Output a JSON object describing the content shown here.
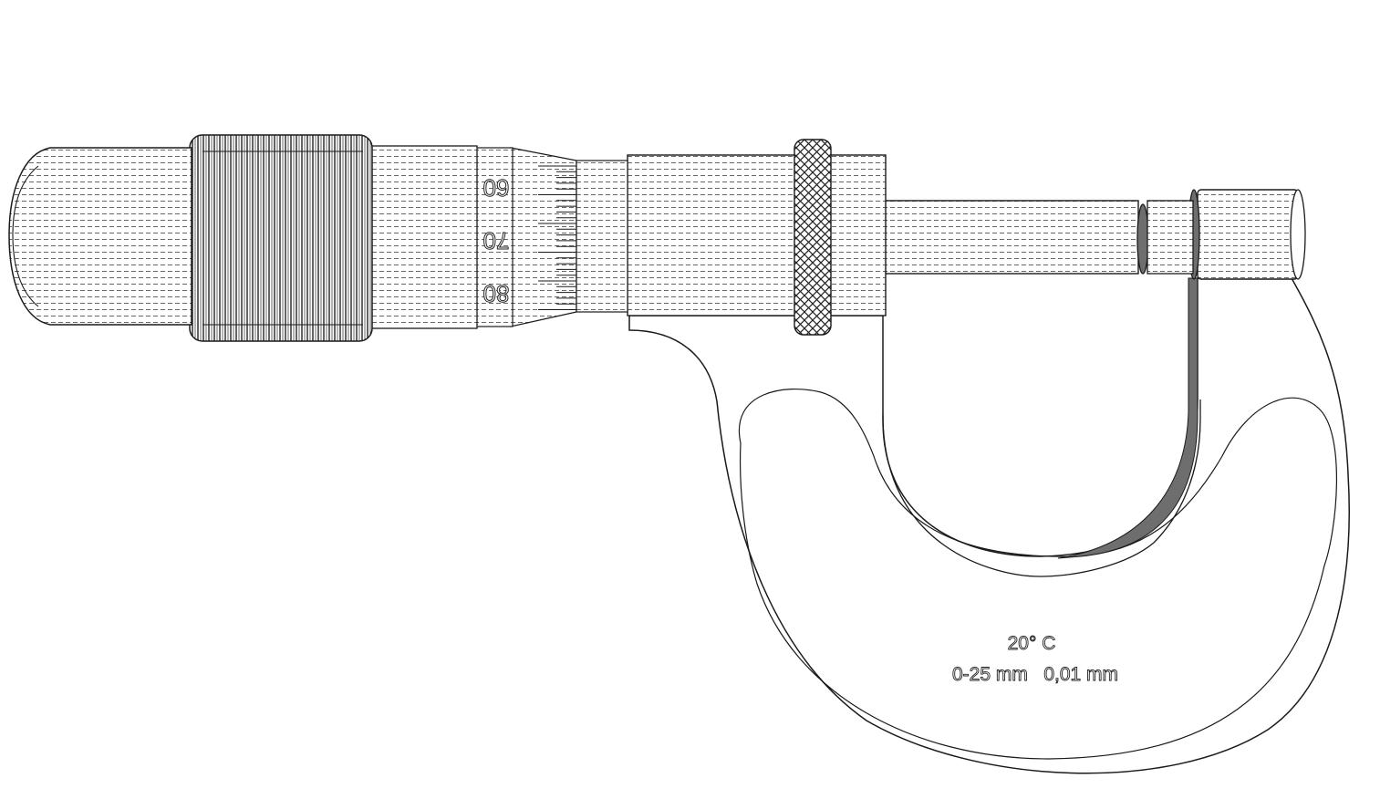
{
  "frame_label": {
    "temperature": "20° C",
    "spec": "0-25 mm   0,01 mm"
  },
  "thimble_scale": {
    "numbers": [
      "60",
      "70",
      "80"
    ]
  },
  "colors": {
    "line": "#1a1a1a",
    "background": "#ffffff",
    "dash": "#555555",
    "dark_band": "#6e6e6e"
  }
}
